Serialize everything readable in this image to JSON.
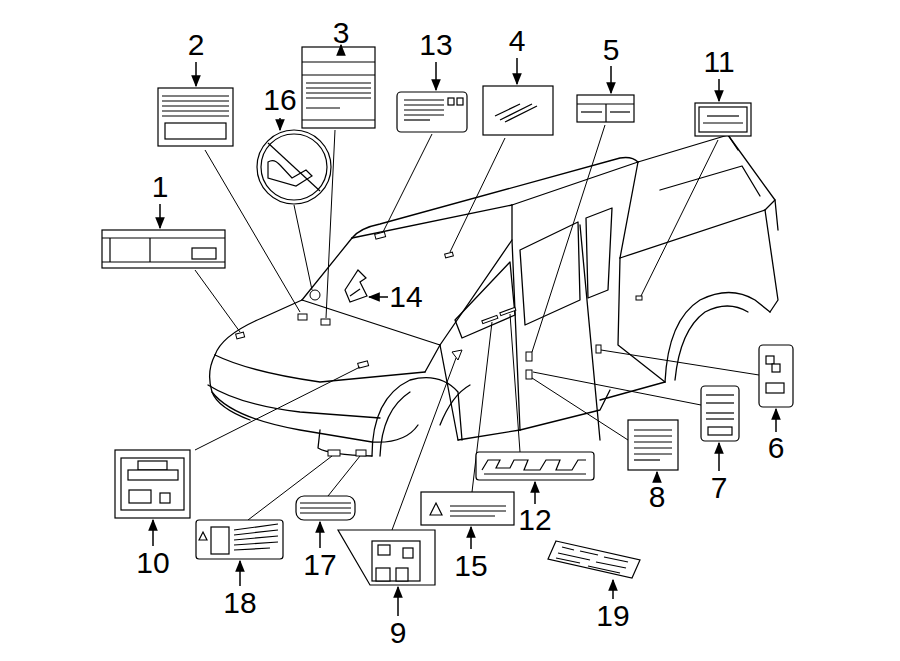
{
  "diagram": {
    "labels": [
      "2",
      "3",
      "13",
      "4",
      "5",
      "11",
      "16",
      "1",
      "14",
      "6",
      "7",
      "8",
      "10",
      "12",
      "18",
      "17",
      "15",
      "9",
      "19"
    ]
  }
}
